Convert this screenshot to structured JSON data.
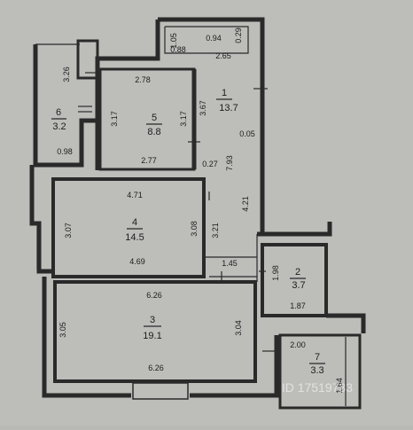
{
  "rooms": [
    {
      "number": "1",
      "area": "13.7"
    },
    {
      "number": "2",
      "area": "3.7"
    },
    {
      "number": "3",
      "area": "19.1"
    },
    {
      "number": "4",
      "area": "14.5"
    },
    {
      "number": "5",
      "area": "8.8"
    },
    {
      "number": "6",
      "area": "3.2"
    },
    {
      "number": "7",
      "area": "3.3"
    }
  ],
  "dimensions": {
    "d_1_05": "1.05",
    "d_0_94": "0.94",
    "d_0_29": "0.29",
    "d_0_88": "0.88",
    "d_2_65": "2.65",
    "d_3_26": "3.26",
    "d_2_78": "2.78",
    "d_3_17_left": "3.17",
    "d_3_17_right": "3.17",
    "d_3_67": "3.67",
    "d_0_05": "0.05",
    "d_0_98": "0.98",
    "d_2_77": "2.77",
    "d_0_27": "0.27",
    "d_7_93": "7.93",
    "d_4_71": "4.71",
    "d_3_07": "3.07",
    "d_3_08": "3.08",
    "d_3_21": "3.21",
    "d_4_21": "4.21",
    "d_4_69": "4.69",
    "d_1_45": "1.45",
    "d_1_98": "1.98",
    "d_1_87": "1.87",
    "d_6_26_top": "6.26",
    "d_3_05": "3.05",
    "d_3_04": "3.04",
    "d_2_00": "2.00",
    "d_1_64": "1.64",
    "d_6_26_bottom": "6.26"
  },
  "watermark": "ID 17519733"
}
